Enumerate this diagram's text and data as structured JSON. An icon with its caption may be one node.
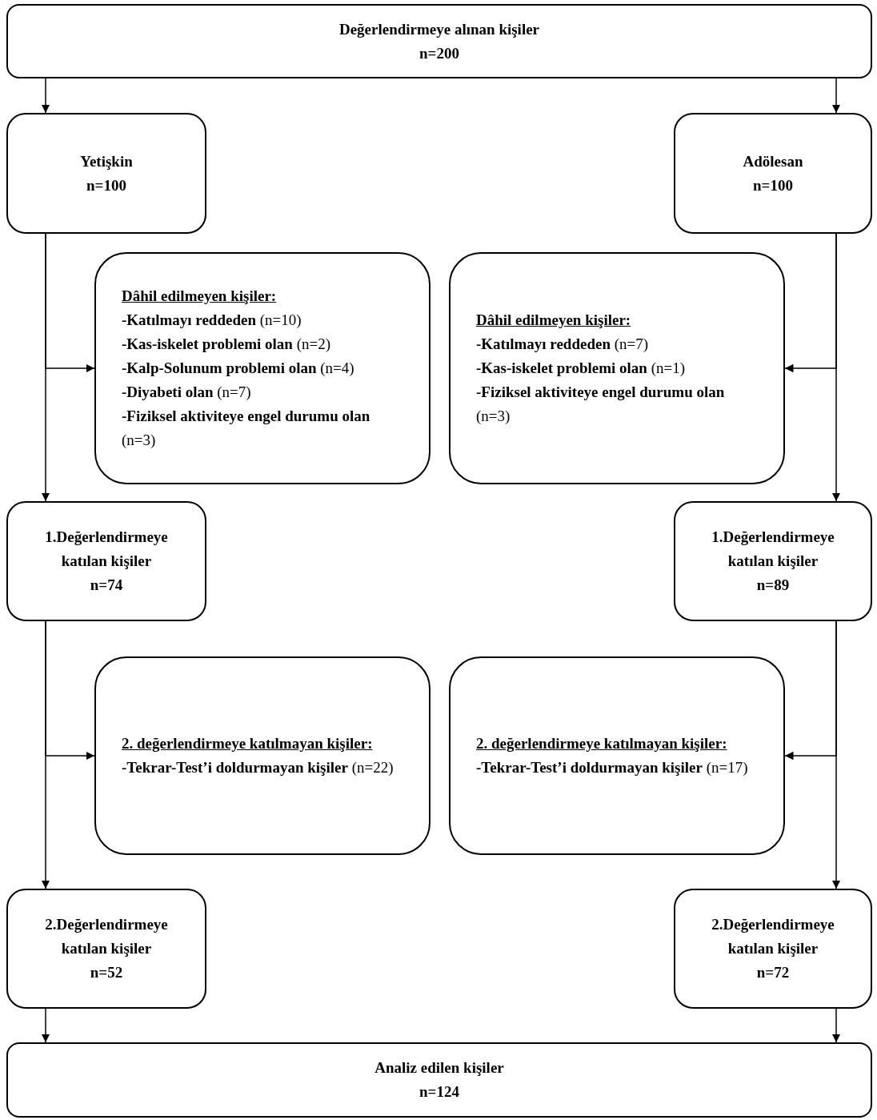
{
  "diagram": {
    "nodes": [
      {
        "text": [
          "Değerlendirmeye alınan kişiler",
          "n=200"
        ]
      },
      {
        "text": [
          "Yetişkin",
          "n=100"
        ]
      },
      {
        "text": [
          "Adölesan",
          "n=100"
        ]
      },
      {
        "text": [
          "Dâhil edilmeyen kişiler:",
          "**-Katılmayı reddeden** (n=10)",
          "**-Kas-iskelet problemi olan** (n=2)",
          "**-Kalp-Solunum problemi olan** (n=4)",
          "**-Diyabeti olan** (n=7)",
          "**-Fiziksel aktiviteye engel durumu olan** (n=3)"
        ]
      },
      {
        "text": [
          "Dâhil edilmeyen kişiler:",
          "**-Katılmayı reddeden** (n=7)",
          "**-Kas-iskelet problemi olan** (n=1)",
          "**-Fiziksel aktiviteye engel durumu olan** (n=3)"
        ]
      },
      {
        "text": [
          "1.Değerlendirmeye katılan kişiler",
          "n=74"
        ]
      },
      {
        "text": [
          "1.Değerlendirmeye katılan kişiler",
          "n=89"
        ]
      },
      {
        "text": [
          "2. değerlendirmeye katılmayan kişiler:",
          "**-Tekrar-Test’i doldurmayan kişiler** (n=22)"
        ]
      },
      {
        "text": [
          "2. değerlendirmeye katılmayan kişiler:",
          "**-Tekrar-Test’i doldurmayan kişiler** (n=17)"
        ]
      },
      {
        "text": [
          "2.Değerlendirmeye katılan kişiler",
          "n=52"
        ]
      },
      {
        "text": [
          "2.Değerlendirmeye katılan kişiler",
          "n=72"
        ]
      },
      {
        "text": [
          "Analiz edilen kişiler",
          "n=124"
        ]
      }
    ],
    "edges": [
      {
        "from": 0,
        "to": 1,
        "arrow": "to"
      },
      {
        "from": 0,
        "to": 2,
        "arrow": "to"
      },
      {
        "from": 1,
        "to": 5,
        "arrow": "to"
      },
      {
        "from": 1,
        "to": 3,
        "arrow": "to"
      },
      {
        "from": 2,
        "to": 6,
        "arrow": "to"
      },
      {
        "from": 2,
        "to": 4,
        "arrow": "to"
      },
      {
        "from": 5,
        "to": 9,
        "arrow": "to"
      },
      {
        "from": 5,
        "to": 7,
        "arrow": "to"
      },
      {
        "from": 6,
        "to": 10,
        "arrow": "to"
      },
      {
        "from": 6,
        "to": 8,
        "arrow": "to"
      },
      {
        "from": 9,
        "to": 11,
        "arrow": "to"
      },
      {
        "from": 10,
        "to": 11,
        "arrow": "to"
      }
    ]
  }
}
